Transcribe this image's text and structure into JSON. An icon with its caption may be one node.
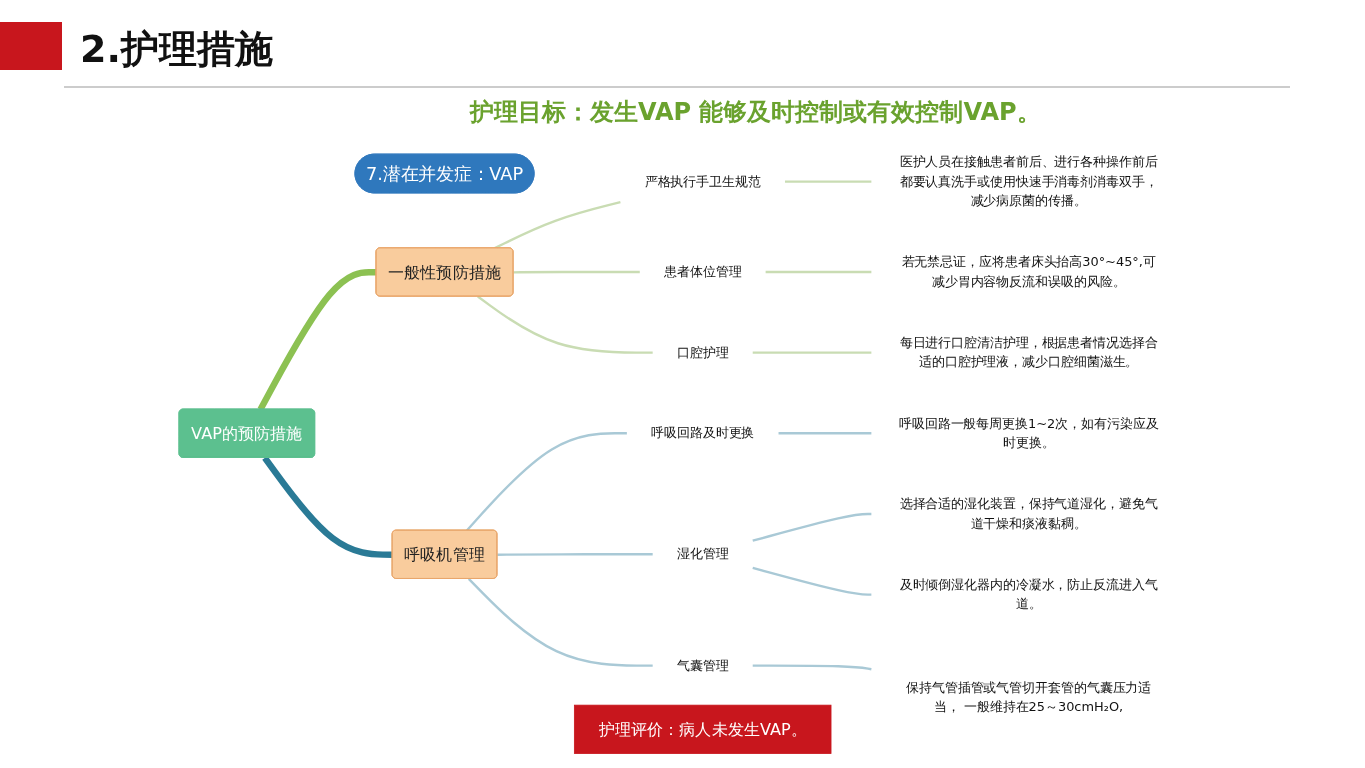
{
  "diagram": {
    "title": "2.护理措施",
    "nodes": [
      {
        "text": [
          "7.潜在并发症：VAP"
        ]
      },
      {
        "text": [
          "VAP的预防措施"
        ]
      },
      {
        "text": [
          "一般性预防措施"
        ]
      },
      {
        "text": [
          "严格执行手卫生规范"
        ]
      },
      {
        "text": [
          "医护人员在接触患者前后、进行各种操作前后都要认真洗手或使用快速手消毒剂消毒双手，减少病原菌的传播。"
        ]
      },
      {
        "text": [
          "患者体位管理"
        ]
      },
      {
        "text": [
          "若无禁忌证，应将患者床头抬高30°~45°,可减少胃内容物反流和误吸的风险。"
        ]
      },
      {
        "text": [
          "口腔护理"
        ]
      },
      {
        "text": [
          "每日进行口腔清洁护理，根据患者情况选择合适的口腔护理液，减少口腔细菌滋生。"
        ]
      },
      {
        "text": [
          "呼吸机管理"
        ]
      },
      {
        "text": [
          "呼吸回路及时更换"
        ]
      },
      {
        "text": [
          "呼吸回路一般每周更换1~2次，如有污染应及时更换。"
        ]
      },
      {
        "text": [
          "湿化管理"
        ]
      },
      {
        "text": [
          "选择合适的湿化装置，保持气道湿化，避免气道干燥和痰液黏稠。"
        ]
      },
      {
        "text": [
          "及时倾倒湿化器内的冷凝水，防止反流进入气道。"
        ]
      },
      {
        "text": [
          "气囊管理"
        ]
      },
      {
        "text": [
          "保持气管插管或气管切开套管的气囊压力适当， 一般维持在25～30cmH₂O,"
        ]
      },
      {
        "text": [
          "护理评价：病人未发生VAP。"
        ]
      }
    ],
    "edges": [
      {
        "from": 1,
        "to": 2,
        "arrow": "none",
        "style": "thick",
        "color": "#8cc152"
      },
      {
        "from": 1,
        "to": 9,
        "arrow": "none",
        "style": "thick",
        "color": "#2a7a96"
      },
      {
        "from": 2,
        "to": 3,
        "arrow": "none",
        "color": "#c9dcb3"
      },
      {
        "from": 2,
        "to": 5,
        "arrow": "none",
        "color": "#c9dcb3"
      },
      {
        "from": 2,
        "to": 7,
        "arrow": "none",
        "color": "#c9dcb3"
      },
      {
        "from": 3,
        "to": 4,
        "arrow": "none",
        "color": "#c9dcb3"
      },
      {
        "from": 5,
        "to": 6,
        "arrow": "none",
        "color": "#c9dcb3"
      },
      {
        "from": 7,
        "to": 8,
        "arrow": "none",
        "color": "#c9dcb3"
      },
      {
        "from": 9,
        "to": 10,
        "arrow": "none"
      },
      {
        "from": 9,
        "to": 12,
        "arrow": "none"
      },
      {
        "from": 9,
        "to": 15,
        "arrow": "none"
      },
      {
        "from": 10,
        "to": 11,
        "arrow": "none"
      },
      {
        "from": 12,
        "to": 13,
        "arrow": "none"
      },
      {
        "from": 12,
        "to": 14,
        "arrow": "none"
      },
      {
        "from": 15,
        "to": 16,
        "arrow": "none"
      }
    ],
    "labels": [
      "护理目标：发生VAP 能够及时控制或有效控制VAP。"
    ]
  }
}
